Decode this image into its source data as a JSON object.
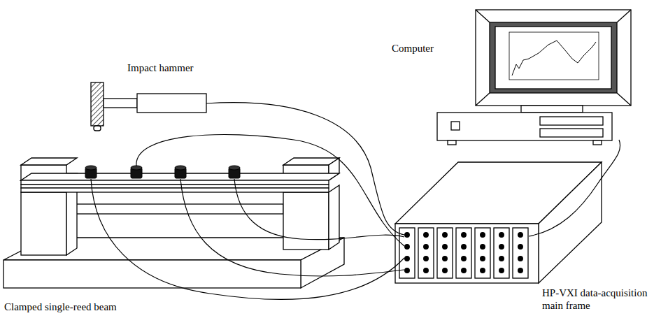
{
  "diagram": {
    "labels": [
      "Impact hammer",
      "Computer",
      "Clamped single-reed beam",
      "HP-VXI data-acquisition main frame"
    ]
  }
}
